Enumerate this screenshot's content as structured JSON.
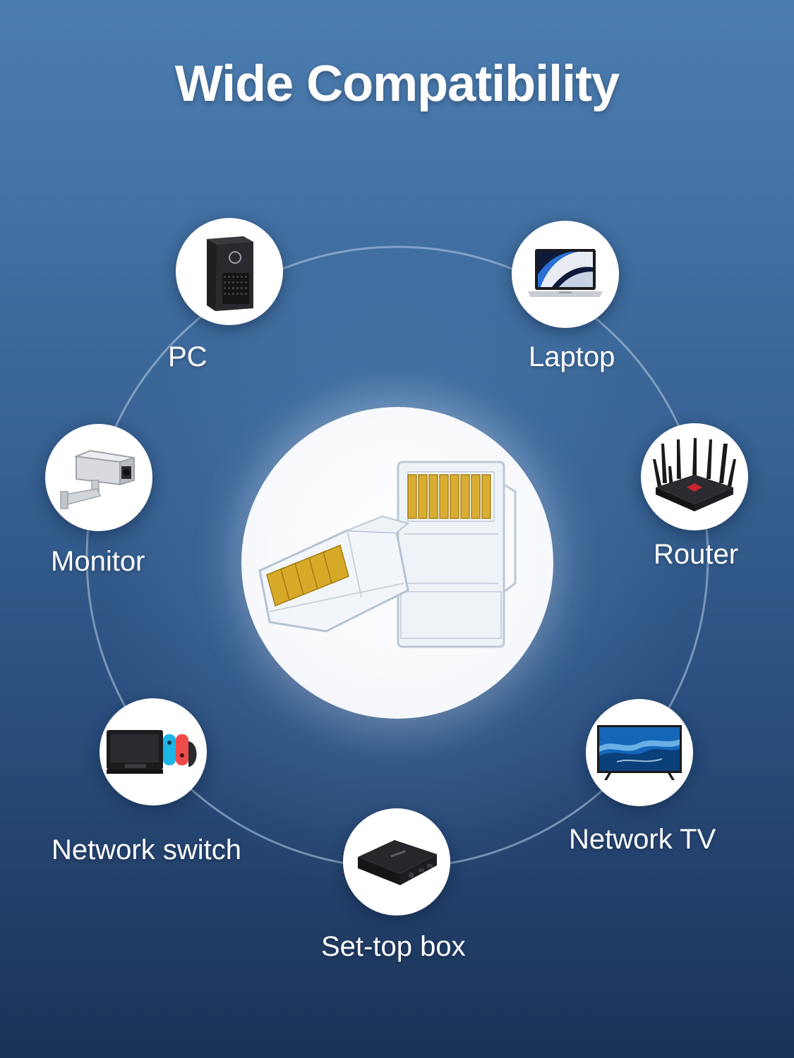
{
  "title": "Wide Compatibility",
  "center_image": {
    "icon": "rj45-connector-icon"
  },
  "devices": [
    {
      "label": "PC",
      "icon": "pc-tower-icon"
    },
    {
      "label": "Laptop",
      "icon": "laptop-icon"
    },
    {
      "label": "Monitor",
      "icon": "security-camera-icon"
    },
    {
      "label": "Router",
      "icon": "router-icon"
    },
    {
      "label": "Network switch",
      "icon": "game-console-icon"
    },
    {
      "label": "Network TV",
      "icon": "tv-icon"
    },
    {
      "label": "Set-top box",
      "icon": "set-top-box-icon"
    }
  ],
  "colors": {
    "background_top": "#4c7db0",
    "background_bottom": "#1b3257",
    "ring": "#b9cde3",
    "text": "#ffffff",
    "gold_pins": "#d7a928"
  }
}
